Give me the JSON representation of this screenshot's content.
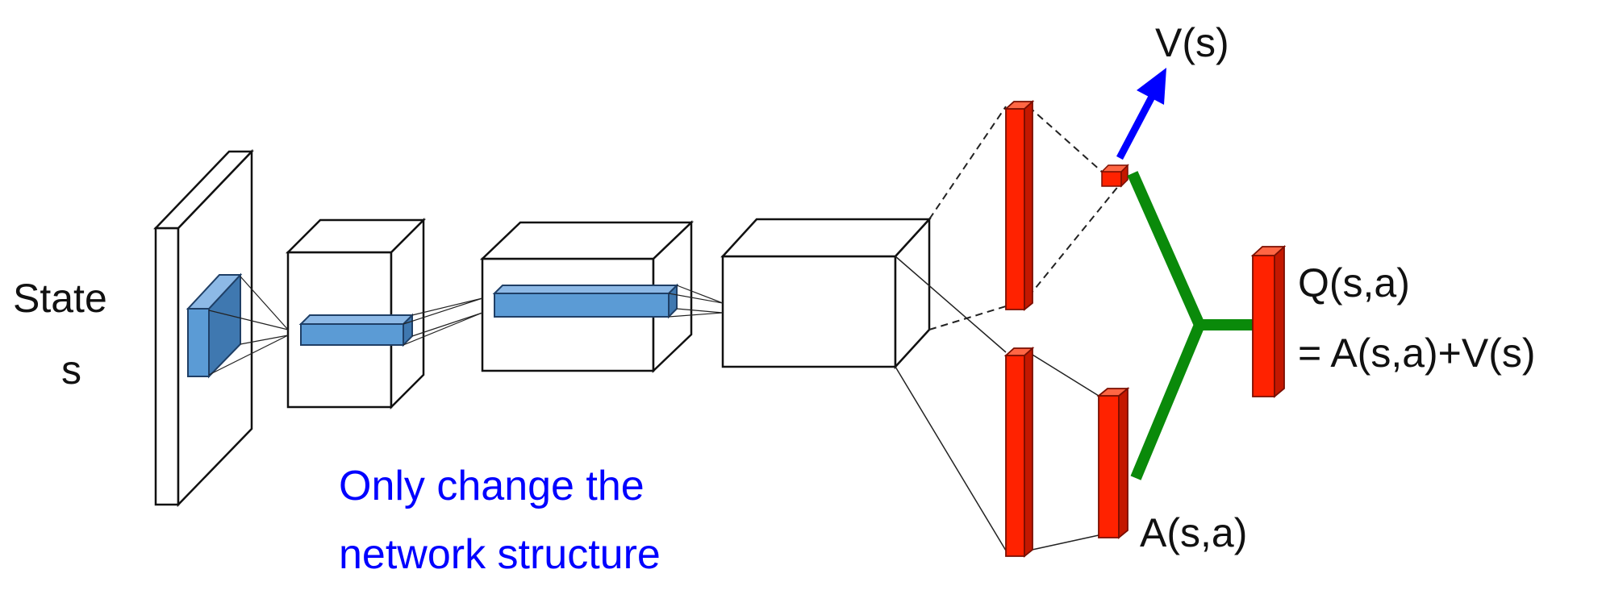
{
  "labels": {
    "state_line1": "State",
    "state_line2": "s",
    "value": "V(s)",
    "q_line1": "Q(s,a)",
    "q_line2": "= A(s,a)+V(s)",
    "advantage": "A(s,a)",
    "note_line1": "Only change the",
    "note_line2": "network structure"
  },
  "colors": {
    "outline": "#111111",
    "filter_fill": "#5b9bd5",
    "filter_side": "#3f78b0",
    "filter_top": "#8db9e6",
    "fc_fill": "#ff2200",
    "fc_side": "#c41800",
    "fc_top": "#ff6644",
    "value_arrow": "#0000ff",
    "aggregator": "#0a8a0a",
    "note_text": "#0000ff"
  }
}
